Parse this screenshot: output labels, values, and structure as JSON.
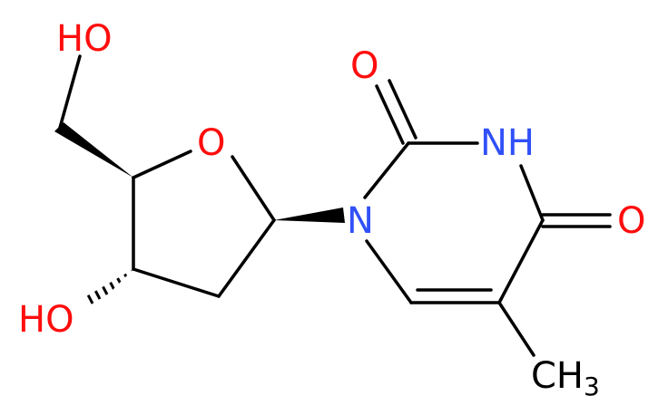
{
  "molecule": {
    "labels": {
      "ho_top": "HO",
      "o_ring": "O",
      "ho_left": "HO",
      "n1": "N",
      "nh": "NH",
      "o_top": "O",
      "o_right": "O",
      "ch3_main": "CH",
      "ch3_sub": "3"
    },
    "colors": {
      "bond": "#000000",
      "oxygen": "#ff0d0d",
      "nitrogen": "#3050f8",
      "carbon_label": "#000000"
    }
  }
}
